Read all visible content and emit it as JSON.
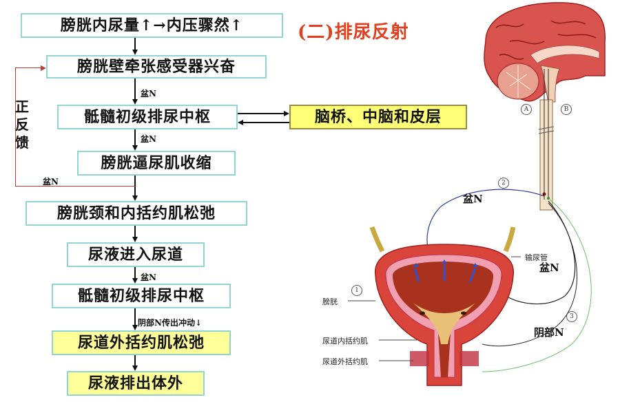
{
  "title": "(二)排尿反射",
  "flow": {
    "boxes": [
      {
        "id": "b1",
        "label": "膀胱内尿量↑→内压骤然↑"
      },
      {
        "id": "b2",
        "label": "膀胱壁牵张感受器兴奋"
      },
      {
        "id": "b3",
        "label": "骶髓初级排尿中枢"
      },
      {
        "id": "b4",
        "label": "膀胱逼尿肌收缩"
      },
      {
        "id": "b5",
        "label": "膀胱颈和内括约肌松弛"
      },
      {
        "id": "b6",
        "label": "尿液进入尿道"
      },
      {
        "id": "b7",
        "label": "骶髓初级排尿中枢"
      },
      {
        "id": "b8",
        "label": "尿道外括约肌松弛"
      },
      {
        "id": "b9",
        "label": "尿液排出体外"
      }
    ],
    "brain_box": "脑桥、中脑和皮层",
    "edge_labels": {
      "b2_b3": "盆N",
      "b3_b4": "盆N",
      "feedback": "盆N",
      "b6_b7": "盆N",
      "b7_b8": "阴部N传出冲动↓"
    },
    "feedback_label": "正反馈"
  },
  "anatomy": {
    "circle_a": "A",
    "circle_b": "B",
    "circle_1": "1",
    "circle_2": "2",
    "circle_3": "3",
    "pelvic_nerve_top": "盆N",
    "pelvic_nerve_right": "盆N",
    "pudendal_nerve": "阴部N",
    "ureter": "输尿管",
    "bladder": "膀胱",
    "internal_sphincter": "尿道内括约肌",
    "external_sphincter": "尿道外括约肌"
  },
  "colors": {
    "box_border": "#8fd6d0",
    "highlight_fill": "#ffff99",
    "title_red": "#e0401f",
    "feedback_red": "#c0392b"
  }
}
